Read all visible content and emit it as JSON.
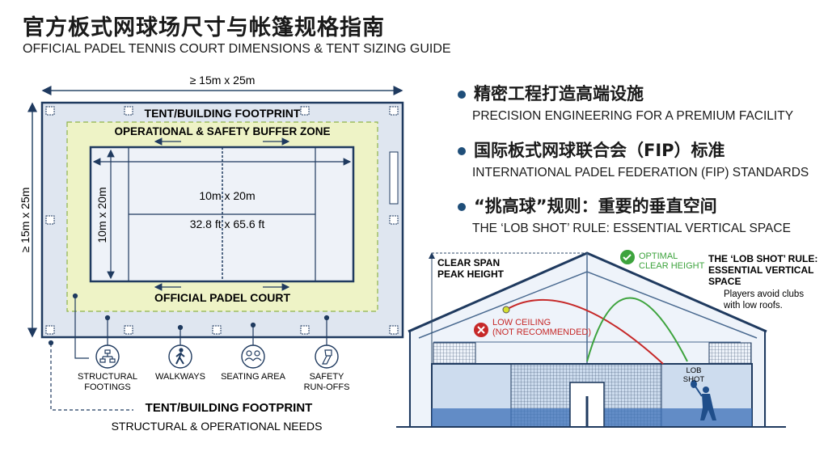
{
  "header": {
    "title": "官方板式网球场尺寸与帐篷规格指南",
    "subtitle": "OFFICIAL PADEL TENNIS COURT DIMENSIONS & TENT SIZING GUIDE"
  },
  "plan": {
    "width_dim": "≥ 15m x 25m",
    "height_dim": "≥ 15m x 25m",
    "footprint_label": "TENT/BUILDING FOOTPRINT",
    "buffer_label": "OPERATIONAL & SAFETY BUFFER ZONE",
    "court_dim_m": "10m x 20m",
    "court_dim_ft": "32.8 ft x 65.6 ft",
    "court_side_dim": "10m x 20m",
    "court_label": "OFFICIAL PADEL COURT",
    "features": [
      {
        "icon": "structure-icon",
        "line1": "STRUCTURAL",
        "line2": "FOOTINGS"
      },
      {
        "icon": "walking-person-icon",
        "line1": "WALKWAYS",
        "line2": ""
      },
      {
        "icon": "people-icon",
        "line1": "SEATING AREA",
        "line2": ""
      },
      {
        "icon": "flashlight-icon",
        "line1": "SAFETY",
        "line2": "RUN-OFFS"
      }
    ],
    "footer_title": "TENT/BUILDING FOOTPRINT",
    "footer_sub": "STRUCTURAL & OPERATIONAL NEEDS"
  },
  "bullets": [
    {
      "zh": "精密工程打造高端设施",
      "en": "PRECISION ENGINEERING FOR A PREMIUM FACILITY"
    },
    {
      "zh": "国际板式网球联合会（FIP）标准",
      "en": "INTERNATIONAL PADEL FEDERATION (FIP) STANDARDS"
    },
    {
      "zh": "“挑高球”规则：重要的垂直空间",
      "en": "THE ‘LOB SHOT’ RULE: ESSENTIAL VERTICAL SPACE"
    }
  ],
  "section": {
    "peak1": "CLEAR SPAN",
    "peak2": "PEAK HEIGHT",
    "opt1": "OPTIMAL",
    "opt2": "CLEAR HEIGHT",
    "low1": "LOW CEILING",
    "low2": "(NOT RECOMMENDED)",
    "rule1": "THE ‘LOB SHOT’ RULE:",
    "rule2": "ESSENTIAL VERTICAL",
    "rule3": "SPACE",
    "note1": "Players avoid clubs",
    "note2": "with low roofs.",
    "lob1": "LOB",
    "lob2": "SHOT"
  },
  "colors": {
    "navy": "#1f3a5f",
    "buffer": "#eef3c6",
    "good": "#3da33d",
    "bad": "#c62828"
  }
}
